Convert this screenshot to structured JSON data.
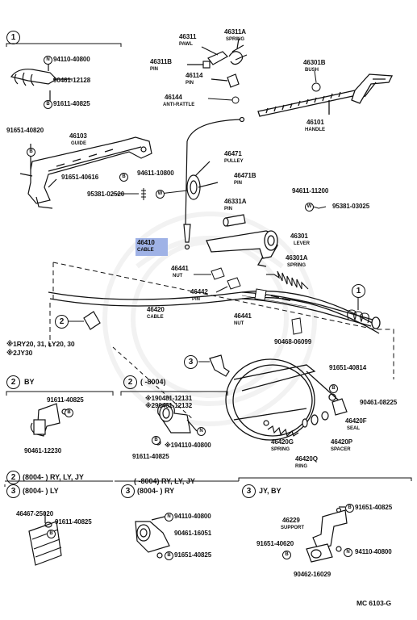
{
  "colors": {
    "ink": "#111111",
    "highlight": "#9fb2e6",
    "watermark": "#ececec"
  },
  "variants": {
    "v1": {
      "num": "1"
    },
    "v2": {
      "num": "2",
      "label": "BY"
    },
    "v2b": {
      "num": "2",
      "label": "(      -8004)"
    },
    "v2c": {
      "num": "2",
      "label": "(8004-         ) RY, LY, JY"
    },
    "v3c": {
      "num": "3",
      "label": "(8004-         ) LY"
    },
    "v3d_top": {
      "label": "(       -8004)  RY, LY, JY"
    },
    "v3d": {
      "num": "3",
      "label": "(8004-            ) RY"
    },
    "v3e": {
      "num": "3",
      "label": "JY, BY"
    },
    "callout1": {
      "num": "1"
    },
    "callout2": {
      "num": "2"
    },
    "callout3": {
      "num": "3"
    }
  },
  "note": {
    "line1": "※1RY20, 31, LY20, 30",
    "line2": "※2JY30"
  },
  "parts": {
    "p94110_40800_a": "94110-40800",
    "p90461_12128": "90461-12128",
    "p91611_40825_a": "91611-40825",
    "p91651_40820": "91651-40820",
    "p46103": {
      "num": "46103",
      "name": "GUIDE"
    },
    "p91651_40616": "91651-40616",
    "p95381_02520": "95381-02520",
    "p94611_10800": "94611-10800",
    "p46311": {
      "num": "46311",
      "name": "PAWL"
    },
    "p46311A": {
      "num": "46311A",
      "name": "SPRING"
    },
    "p46311B": {
      "num": "46311B",
      "name": "PIN"
    },
    "p46114": {
      "num": "46114",
      "name": "PIN"
    },
    "p46144": {
      "num": "46144",
      "name": "ANTI-RATTLE"
    },
    "p46301B": {
      "num": "46301B",
      "name": "BUSH"
    },
    "p46101": {
      "num": "46101",
      "name": "HANDLE"
    },
    "p46471": {
      "num": "46471",
      "name": "PULLEY"
    },
    "p46471B": {
      "num": "46471B",
      "name": "PIN"
    },
    "p46331A": {
      "num": "46331A",
      "name": "PIN"
    },
    "p94611_11200": "94611-11200",
    "p95381_03025": "95381-03025",
    "p46410": {
      "num": "46410",
      "name": "CABLE"
    },
    "p46301": {
      "num": "46301",
      "name": "LEVER"
    },
    "p46301A": {
      "num": "46301A",
      "name": "SPRING"
    },
    "p46441a": {
      "num": "46441",
      "name": "NUT"
    },
    "p46442": {
      "num": "46442",
      "name": "PIN"
    },
    "p46441b": {
      "num": "46441",
      "name": "NUT"
    },
    "p46420": {
      "num": "46420",
      "name": "CABLE"
    },
    "p90468_06099": "90468-06099",
    "p91651_40814": "91651-40814",
    "p90461_08225": "90461-08225",
    "p46420F": {
      "num": "46420F",
      "name": "SEAL"
    },
    "p46420G": {
      "num": "46420G",
      "name": "SPRING"
    },
    "p46420P": {
      "num": "46420P",
      "name": "SPACER"
    },
    "p46420Q": {
      "num": "46420Q",
      "name": "RING"
    },
    "p91611_40825_b": "91611-40825",
    "p90461_12230": "90461-12230",
    "p90481_12131": "※190481-12131",
    "p90461_12132": "※290461-12132",
    "p94110_40800_b": "※194110-40800",
    "p91611_40825_c": "91611-40825",
    "p46467_25020": "46467-25020",
    "p91611_40825_d": "91611-40825",
    "p94110_40800_c": "94110-40800",
    "p90461_16051": "90461-16051",
    "p91651_40825_e": "91651-40825",
    "p46229": {
      "num": "46229",
      "name": "SUPPORT"
    },
    "p91651_40825_f": "91651-40825",
    "p91651_40620": "91651-40620",
    "p94110_40800_d": "94110-40800",
    "p90462_16029": "90462-16029"
  },
  "footer": {
    "code": "MC  6103-G"
  }
}
